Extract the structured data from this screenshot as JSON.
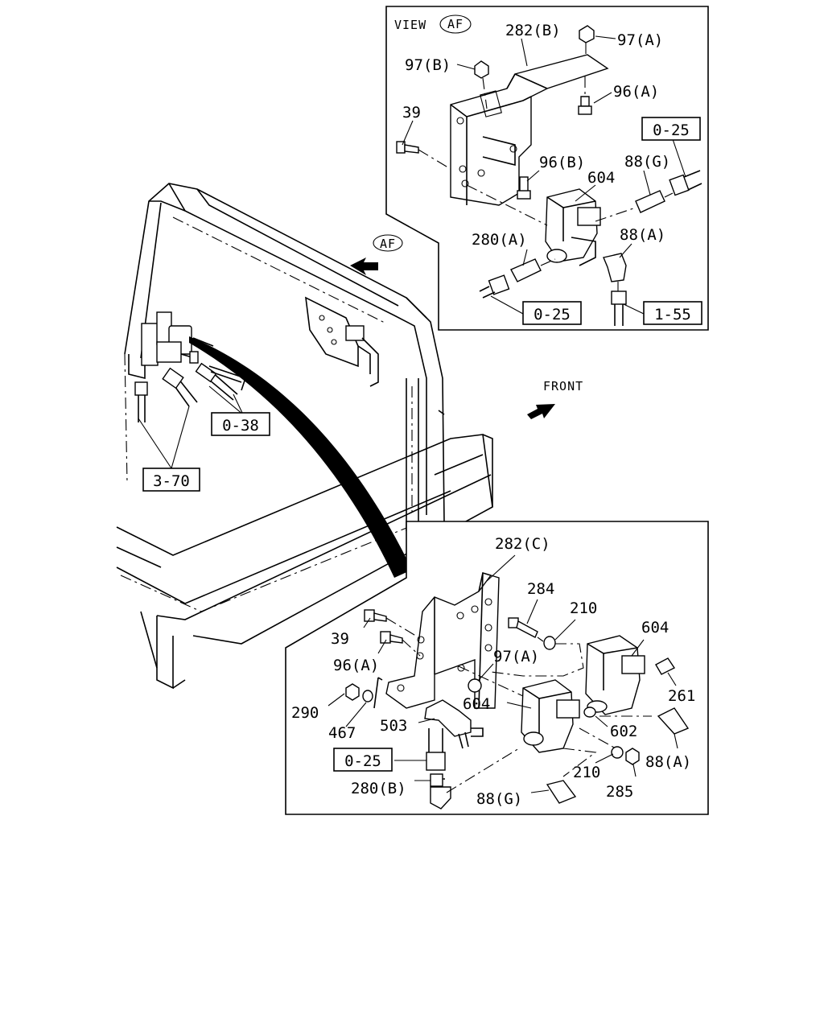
{
  "view_label": {
    "prefix": "VIEW",
    "badge": "AF"
  },
  "direction": {
    "front": "FRONT",
    "af_badge": "AF"
  },
  "view_af_labels": {
    "l1": "282(B)",
    "l2": "97(A)",
    "l3": "97(B)",
    "l4": "96(A)",
    "l5": "39",
    "l6": "96(B)",
    "l7": "604",
    "l8": "88(G)",
    "l9": "280(A)",
    "l10": "88(A)"
  },
  "view_af_refs": {
    "r1": "0-25",
    "r2": "0-25",
    "r3": "1-55"
  },
  "main_refs": {
    "r1": "0-38",
    "r2": "3-70"
  },
  "lower_labels": {
    "l1": "282(C)",
    "l2": "284",
    "l3": "210",
    "l4": "604",
    "l5": "39",
    "l6": "96(A)",
    "l7": "97(A)",
    "l8": "261",
    "l9": "604",
    "l10": "290",
    "l11": "503",
    "l12": "602",
    "l13": "467",
    "l14": "88(A)",
    "l15": "210",
    "l16": "280(B)",
    "l17": "285",
    "l18": "88(G)"
  },
  "lower_refs": {
    "r1": "0-25"
  }
}
